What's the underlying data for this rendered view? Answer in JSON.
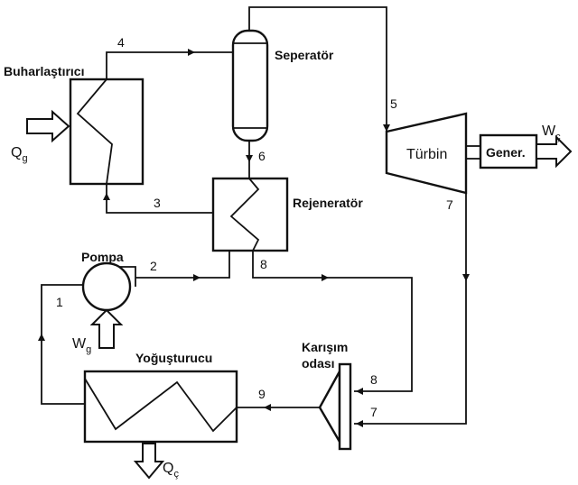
{
  "components": {
    "evaporator": "Buharlaştırıcı",
    "separator": "Seperatör",
    "turbine": "Türbin",
    "generator": "Gener.",
    "regenerator": "Rejeneratör",
    "pump": "Pompa",
    "condenser": "Yoğuşturucu",
    "mixing_chamber_line1": "Karışım",
    "mixing_chamber_line2": "odası"
  },
  "energy": {
    "q_in": "Q",
    "q_in_sub": "g",
    "w_out": "W",
    "w_out_sub": "ç",
    "w_in": "W",
    "w_in_sub": "g",
    "q_out": "Q",
    "q_out_sub": "ç"
  },
  "states": {
    "s1": "1",
    "s2": "2",
    "s3": "3",
    "s4": "4",
    "s5": "5",
    "s6": "6",
    "s7": "7",
    "s8": "8",
    "s8b": "8",
    "s7b": "7",
    "s9": "9"
  }
}
